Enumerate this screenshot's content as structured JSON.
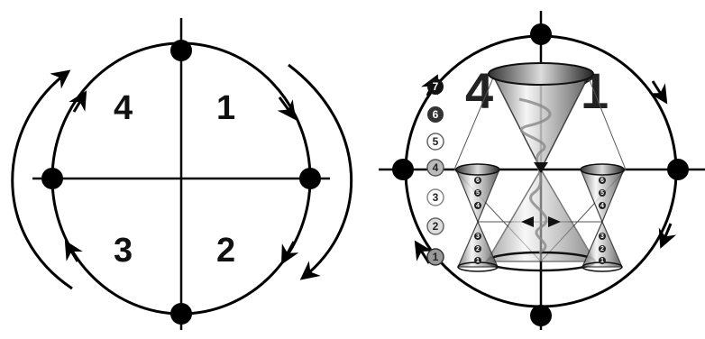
{
  "left_diagram": {
    "quadrants": [
      "1",
      "2",
      "3",
      "4"
    ]
  },
  "right_diagram": {
    "quadrant_labels": [
      "4",
      "1"
    ],
    "scale": [
      "7",
      "6",
      "5",
      "4",
      "3",
      "2",
      "1"
    ],
    "small_cone_scale": [
      "6",
      "5",
      "4",
      "3",
      "2",
      "1"
    ]
  }
}
